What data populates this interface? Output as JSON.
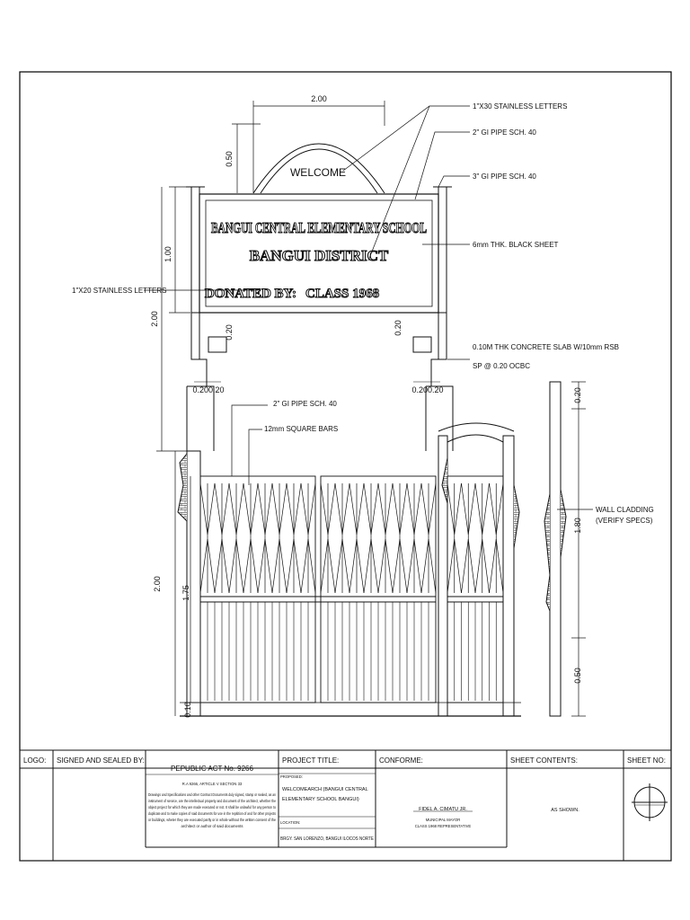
{
  "drawing": {
    "overall_width": "2.00",
    "arch_height": "0.50",
    "welcome": "WELCOME",
    "sign_line_1": "BANGUI CENTRAL ELEMENTARY SCHOOL",
    "sign_line_2": "BANGUI DISTRICT",
    "sign_line_3a": "DONATED BY:",
    "sign_line_3b": "CLASS 1968",
    "dim_sign_height": "1.00",
    "dim_upper_height": "2.00",
    "dim_post_offset_left": "0.20",
    "dim_post_offset_right": "0.20",
    "dim_base_left": "0.200.20",
    "dim_base_right": "0.200.20",
    "dim_lower_height": "2.00",
    "dim_gate_height": "1.75",
    "dim_bottom": "0.10",
    "dim_wall_top": "0.20",
    "dim_wall_mid": "1.80",
    "dim_wall_bottom": "0.50",
    "callouts": {
      "stainless_30": "1\"X30 STAINLESS LETTERS",
      "gi_pipe_2_top": "2\" GI PIPE SCH. 40",
      "gi_pipe_3": "3\" GI PIPE SCH. 40",
      "black_sheet": "6mm THK. BLACK SHEET",
      "stainless_20": "1\"X20 STAINLESS LETTERS",
      "slab_1": "0.10M THK CONCRETE SLAB W/10mm RSB",
      "slab_2": "SP @ 0.20 OCBC",
      "gi_pipe_2_gate": "2\" GI PIPE SCH. 40",
      "square_bars": "12mm SQUARE BARS",
      "cladding_1": "WALL CLADDING",
      "cladding_2": "(VERIFY SPECS)"
    }
  },
  "title_block": {
    "logo_label": "LOGO:",
    "signed_label": "SIGNED AND SEALED BY:",
    "republic_act": "PEPUBLIC ACT No. 9266",
    "ra_article": "R.A 9266, ARTICLE V SECTION 33",
    "ra_text_1": "Drawings and Specifications and other Contract Documents duly signed, stamp or sealed, as an",
    "ra_text_2": "instrument of service, are the intellectual property and document of the architect, whether the",
    "ra_text_3": "object project for which they are made executed or not. It shall be unlawful for any person to",
    "ra_text_4": "duplicate and to make copies of said documents for use in the repitition of and for other projects",
    "ra_text_5": "or buildings, wheter they are executed partly or in whole without the written consent of the",
    "ra_text_6": "architect or author of said documents",
    "project_label": "PROJECT TITLE:",
    "proposed_label": "PROPOSED:",
    "project_title_1": "WELCOMEARCH (BANGUI CENTRAL",
    "project_title_2": "ELEMENTARY SCHOOL BANGUI)",
    "location_label": "LOCATION:",
    "location": "BRGY. SAN LORENZO, BANGUI ILOCOS NORTE",
    "conforme_label": "CONFORME:",
    "conforme_name": "FIDEL A. CIMATU JR.",
    "conforme_role_1": "MUNICIPAL MAYOR",
    "conforme_role_2": "CLASS 1968 REPRESENTATIVE",
    "contents_label": "SHEET CONTENTS:",
    "contents": "AS SHOWN.",
    "sheet_no_label": "SHEET NO:"
  }
}
